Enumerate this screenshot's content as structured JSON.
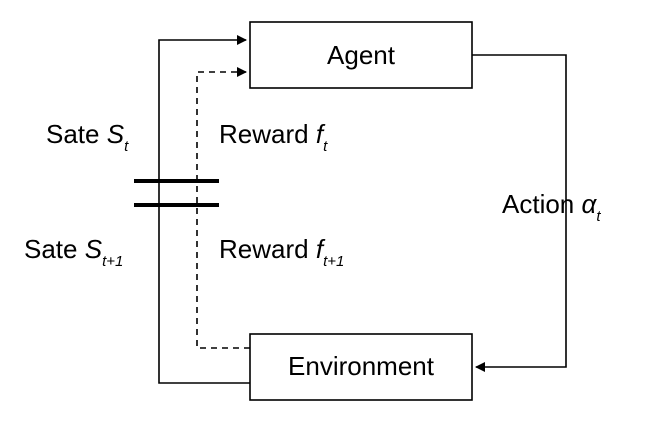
{
  "nodes": {
    "agent": "Agent",
    "environment": "Environment"
  },
  "labels": {
    "state_t": {
      "text": "Sate ",
      "symbol": "S",
      "subscript": "t"
    },
    "reward_t": {
      "text": "Reward ",
      "symbol": "f",
      "subscript": "t"
    },
    "action_t": {
      "text": "Action ",
      "symbol": "α",
      "subscript": "t"
    },
    "state_t1": {
      "text": "Sate ",
      "symbol": "S",
      "subscript": "t+1"
    },
    "reward_t1": {
      "text": "Reward ",
      "symbol": "f",
      "subscript": "t+1"
    }
  }
}
